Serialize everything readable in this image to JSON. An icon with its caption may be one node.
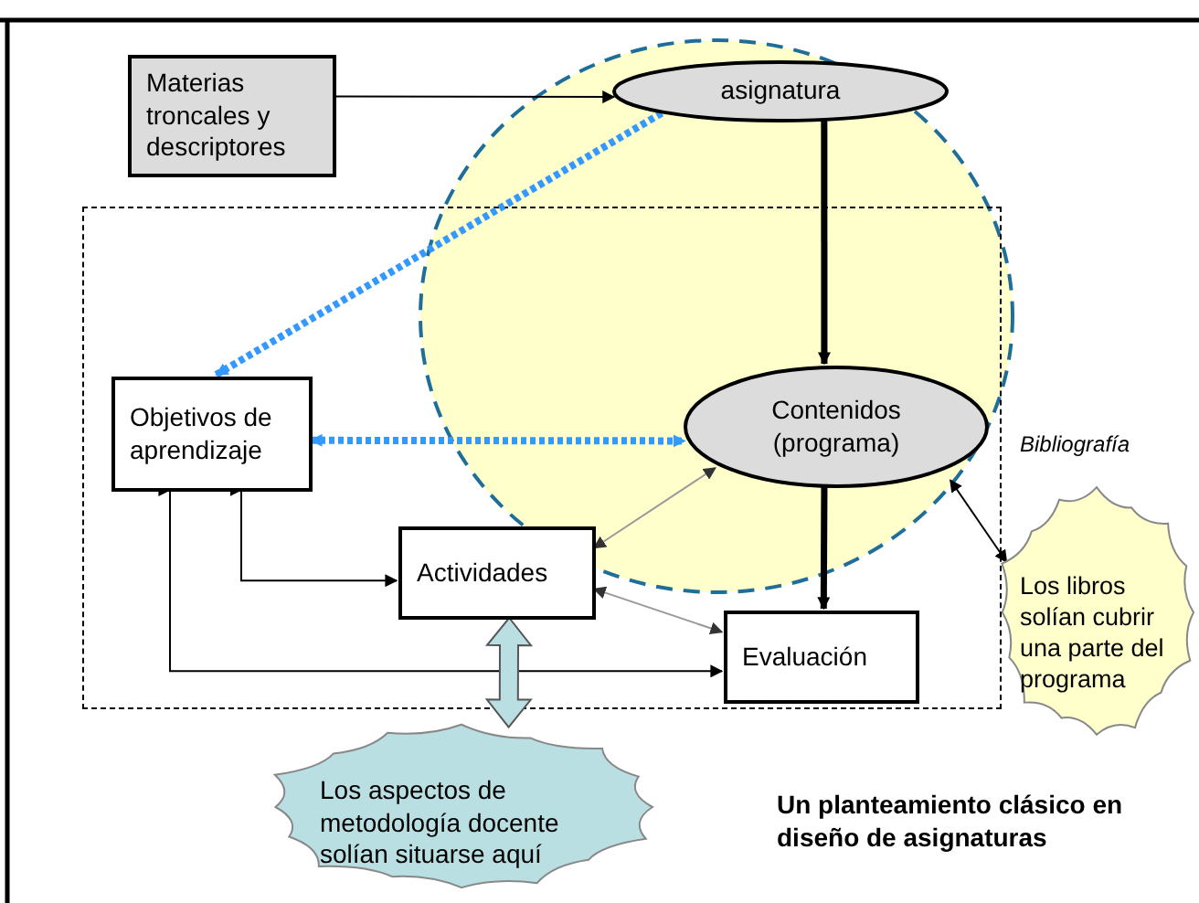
{
  "diagram": {
    "nodes": [
      {
        "text": [
          "Materias troncales y descriptores"
        ]
      },
      {
        "text": [
          "asignatura"
        ]
      },
      {
        "text": [],
        "shape": "box"
      },
      {
        "text": [
          "Objetivos de aprendizaje"
        ],
        "in": 2
      },
      {
        "text": [
          "Contenidos (programa)"
        ],
        "in": 2
      },
      {
        "text": [
          "Actividades"
        ],
        "in": 2
      },
      {
        "text": [
          "Evaluación"
        ],
        "in": 2
      },
      {
        "text": [
          "Los aspectos  de metodología docente solían situarse aquí"
        ]
      },
      {
        "text": [
          "Los libros solían cubrir una parte del programa"
        ],
        "beside": [
          "Bibliografía"
        ]
      }
    ],
    "edges": [
      {
        "from": 0,
        "to": 1,
        "arrow": "to"
      },
      {
        "from": 1,
        "to": 4,
        "arrow": "to",
        "style": "thick"
      },
      {
        "from": 1,
        "to": 3,
        "arrow": "to",
        "style": "dashed",
        "color": "#3399ff"
      },
      {
        "from": 3,
        "to": 4,
        "arrow": "both",
        "style": "dashed",
        "color": "#3399ff"
      },
      {
        "from": 4,
        "to": 6,
        "arrow": "to",
        "style": "thick"
      },
      {
        "from": 5,
        "to": 3,
        "arrow": "both"
      },
      {
        "from": 6,
        "to": 3,
        "arrow": "both"
      },
      {
        "from": 5,
        "to": 4,
        "arrow": "both",
        "color": "#999999"
      },
      {
        "from": 5,
        "to": 6,
        "arrow": "both",
        "color": "#999999"
      },
      {
        "from": 7,
        "to": 5,
        "arrow": "both",
        "style": "thick",
        "color": "#b9dfe3"
      },
      {
        "from": 8,
        "to": 4,
        "arrow": "both"
      }
    ],
    "labels": [
      "Un planteamiento clásico en diseño de asignaturas"
    ]
  }
}
